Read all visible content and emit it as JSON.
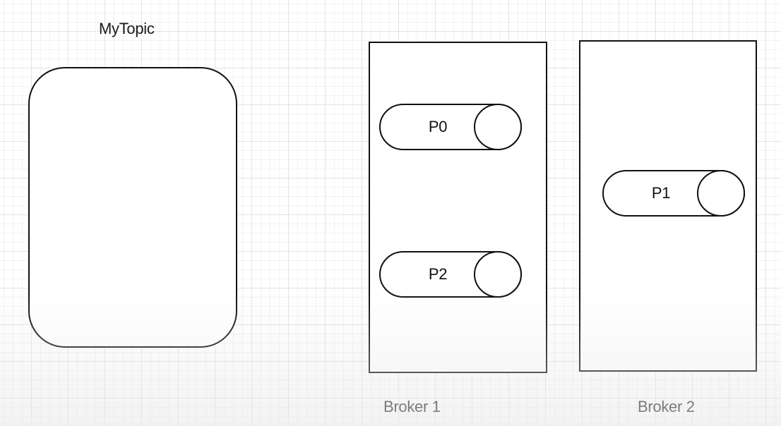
{
  "topic": {
    "title": "MyTopic"
  },
  "brokers": [
    {
      "label": "Broker 1"
    },
    {
      "label": "Broker 2"
    }
  ],
  "partitions": {
    "p0": "P0",
    "p1": "P1",
    "p2": "P2"
  }
}
